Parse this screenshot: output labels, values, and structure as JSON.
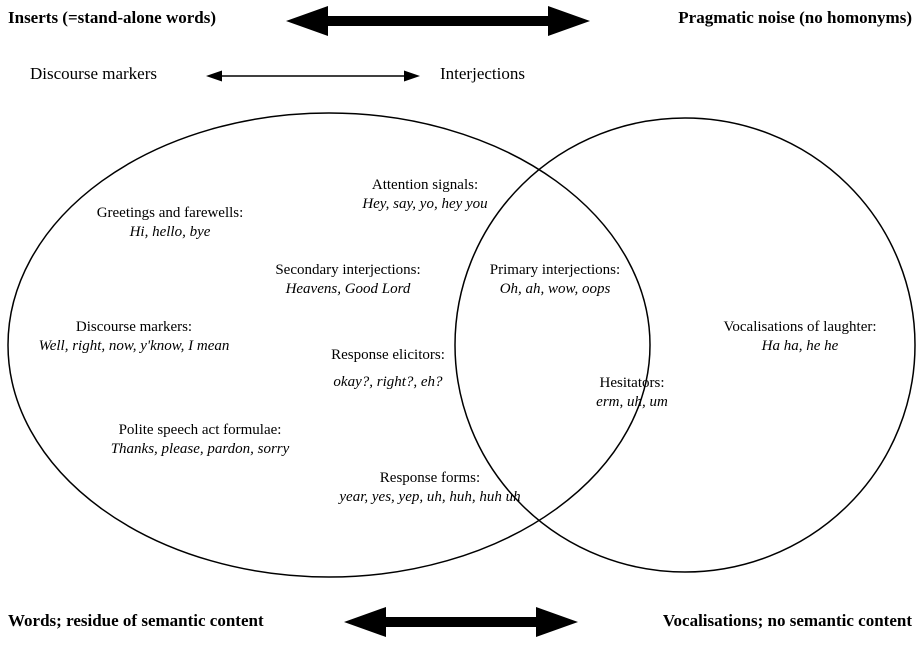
{
  "top": {
    "left_label": "Inserts (=stand-alone words)",
    "right_label": "Pragmatic noise (no homonyms)",
    "axis_left": "Discourse markers",
    "axis_right": "Interjections"
  },
  "bottom": {
    "left_label": "Words; residue of semantic content",
    "right_label": "Vocalisations; no semantic content"
  },
  "groups": [
    {
      "title": "Attention signals:",
      "examples": "Hey, say, yo, hey you",
      "region": "left"
    },
    {
      "title": "Greetings and farewells:",
      "examples": "Hi, hello, bye",
      "region": "left"
    },
    {
      "title": "Secondary interjections:",
      "examples": "Heavens, Good Lord",
      "region": "left"
    },
    {
      "title": "Primary interjections:",
      "examples": "Oh, ah, wow, oops",
      "region": "overlap"
    },
    {
      "title": "Discourse markers:",
      "examples": "Well, right, now, y'know, I mean",
      "region": "left"
    },
    {
      "title": "Vocalisations of laughter:",
      "examples": "Ha ha, he he",
      "region": "right"
    },
    {
      "title": "Response elicitors:",
      "examples": "okay?, right?, eh?",
      "region": "left"
    },
    {
      "title": "Hesitators:",
      "examples": "erm, uh, um",
      "region": "overlap"
    },
    {
      "title": "Polite speech act formulae:",
      "examples": "Thanks, please, pardon, sorry",
      "region": "left"
    },
    {
      "title": "Response forms:",
      "examples": "year, yes, yep, uh, huh, huh uh",
      "region": "left"
    }
  ],
  "colors": {
    "ink": "#000000",
    "background": "#ffffff"
  }
}
